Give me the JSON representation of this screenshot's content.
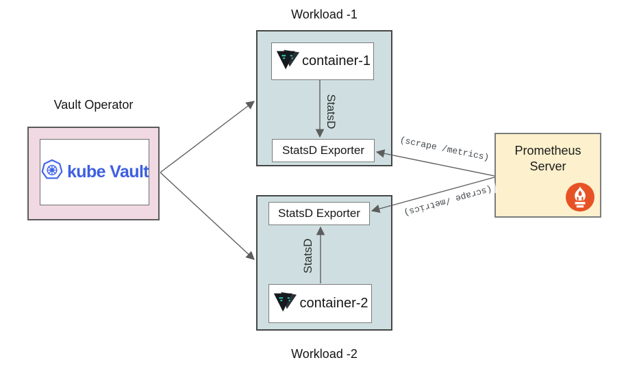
{
  "diagram": {
    "vault_operator": {
      "label": "Vault Operator",
      "logo_text": "kube Vault"
    },
    "workload_1": {
      "label": "Workload -1",
      "container_label": "container-1",
      "exporter_label": "StatsD Exporter",
      "flow_label": "StatsD"
    },
    "workload_2": {
      "label": "Workload -2",
      "container_label": "container-2",
      "exporter_label": "StatsD Exporter",
      "flow_label": "StatsD"
    },
    "prometheus": {
      "title": "Prometheus Server"
    },
    "edges": {
      "scrape_top_label": "(scrape /metrics)",
      "scrape_bottom_label": "(scrape /metrics)"
    },
    "icons": {
      "kubevault_icon": "kubernetes-heptagon-wheel",
      "container_icon": "vault-dark-triangle",
      "prometheus_icon": "prometheus-flame-torch"
    },
    "colors": {
      "vault_operator_fill": "#f0d9e2",
      "workload_fill": "#cfdfe1",
      "prometheus_fill": "#fcf0cd",
      "node_fill": "#ffffff",
      "arrow": "#5d5d5d",
      "kubevault_blue": "#3d5fe0",
      "vault_icon_dark": "#16191d",
      "vault_icon_teal": "#2dd4bf",
      "prometheus_orange": "#e75225"
    }
  }
}
